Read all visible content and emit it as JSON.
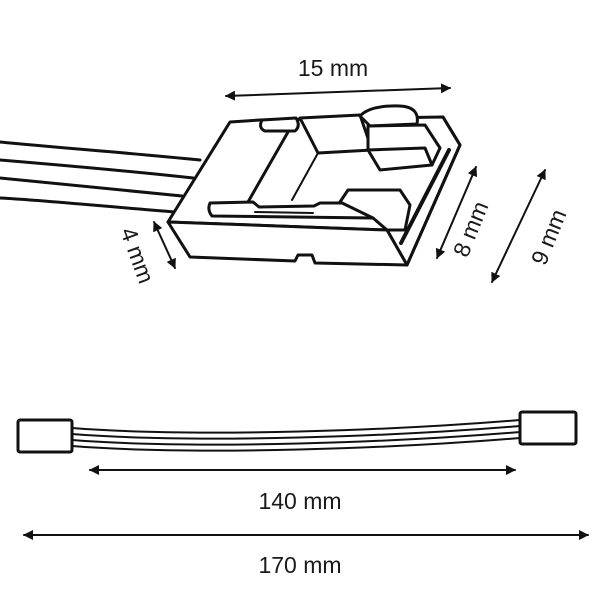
{
  "dimensions": {
    "connector_width": "15 mm",
    "connector_height": "4 mm",
    "connector_depth_inner": "8 mm",
    "connector_depth_outer": "9 mm",
    "cable_inner_length": "140 mm",
    "cable_total_length": "170 mm"
  },
  "colors": {
    "line": "#111111",
    "background": "#ffffff"
  }
}
